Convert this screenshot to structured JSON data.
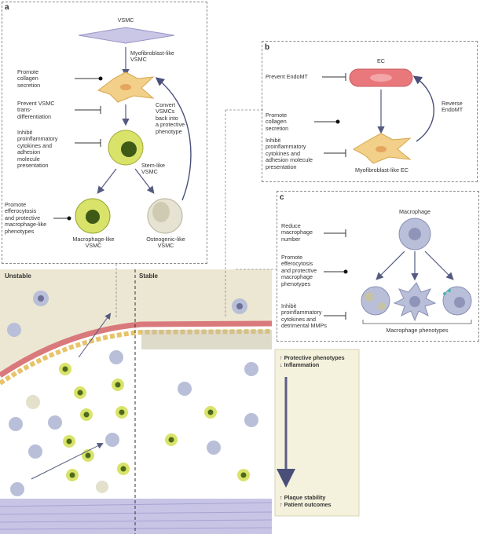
{
  "panel_a": {
    "letter": "a",
    "vsmc": "VSMC",
    "myofibroblast_like": "Myofibroblast-like\nVSMC",
    "promote_collagen": "Promote\ncollagen\nsecretion",
    "prevent_trans": "Prevent VSMC\ntrans-\ndifferentiation",
    "inhibit_cytokines": "Inhibit\nproinflammatory\ncytokines and\nadhesion\nmolecule\npresentation",
    "convert": "Convert\nVSMCs\nback into\na protective\nphenotype",
    "stem_like": "Stem-like\nVSMC",
    "promote_efferocytosis": "Promote\nefferocytosis\nand protective\nmacrophage-like\nphenotypes",
    "macrophage_like": "Macrophage-like\nVSMC",
    "osteogenic_like": "Osteogenic-like\nVSMC"
  },
  "panel_b": {
    "letter": "b",
    "ec": "EC",
    "prevent_endomt": "Prevent EndoMT",
    "reverse_endomt": "Reverse\nEndoMT",
    "promote_collagen": "Promote\ncollagen\nsecretion",
    "inhibit_cytokines": "Inhibit\nproinflammatory\ncytokines and\nadhesion molecule\npresentation",
    "myofibroblast_like_ec": "Myofibroblast-like EC"
  },
  "panel_c": {
    "letter": "c",
    "macrophage": "Macrophage",
    "reduce_number": "Reduce\nmacrophage\nnumber",
    "promote_efferocytosis": "Promote\nefferocytosis\nand protective\nmacrophage\nphenotypes",
    "inhibit_mmps": "Inhibit\nproinflammatory\ncytokines and\ndetrimental MMPs",
    "phenotypes": "Macrophage phenotypes"
  },
  "plaque": {
    "unstable": "Unstable",
    "stable": "Stable"
  },
  "outcomes": {
    "line1": "↑ Protective phenotypes",
    "line2": "↓ Inflammation",
    "line3": "↑ Plaque stability",
    "line4": "↑ Patient outcomes"
  },
  "colors": {
    "vsmc": "#c9c6e6",
    "myofibroblast": "#f2d08a",
    "stem": "#d9e36a",
    "ec": "#e9787c",
    "macrophage": "#b9bfd8",
    "plaque_bg": "#ece7d2",
    "outcome_box": "#f4f2dc",
    "outcome_arrow": "#5b5f86"
  }
}
